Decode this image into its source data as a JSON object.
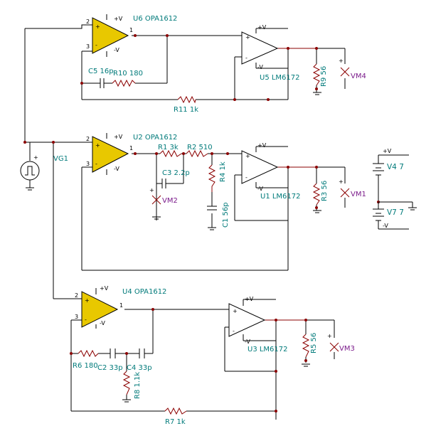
{
  "components": {
    "u6": {
      "name": "U6 OPA1612"
    },
    "u5": {
      "name": "U5 LM6172"
    },
    "u2": {
      "name": "U2 OPA1612"
    },
    "u1": {
      "name": "U1 LM6172"
    },
    "u4": {
      "name": "U4 OPA1612"
    },
    "u3": {
      "name": "U3 LM6172"
    },
    "c5": {
      "name": "C5 16p"
    },
    "r10": {
      "name": "R10 180"
    },
    "r11": {
      "name": "R11 1k"
    },
    "r9": {
      "name": "R9 56"
    },
    "r1": {
      "name": "R1 3k"
    },
    "r2": {
      "name": "R2 510"
    },
    "c3": {
      "name": "C3 2.2p"
    },
    "r4": {
      "name": "R4 1k"
    },
    "c1": {
      "name": "C1 56p"
    },
    "r3": {
      "name": "R3 56"
    },
    "r6": {
      "name": "R6 180"
    },
    "c2": {
      "name": "C2 33p"
    },
    "c4": {
      "name": "C4 33p"
    },
    "r8": {
      "name": "R8 1.1k"
    },
    "r7": {
      "name": "R7 1k"
    },
    "r5": {
      "name": "R5 56"
    },
    "v4": {
      "name": "V4 7"
    },
    "v7": {
      "name": "V7 7"
    },
    "vg1": {
      "name": "VG1"
    }
  },
  "meters": {
    "vm1": "VM1",
    "vm2": "VM2",
    "vm3": "VM3",
    "vm4": "VM4"
  },
  "symbols": {
    "pos_supply": "+V",
    "neg_supply": "-V",
    "plus": "+",
    "minus": "-",
    "pin1": "1",
    "pin2": "2",
    "pin3": "3"
  },
  "colors": {
    "opamp_fill": "#e8c800",
    "label_text": "#007a7a",
    "meter_text": "#7a1a8a",
    "wire_red": "#8b0000"
  }
}
